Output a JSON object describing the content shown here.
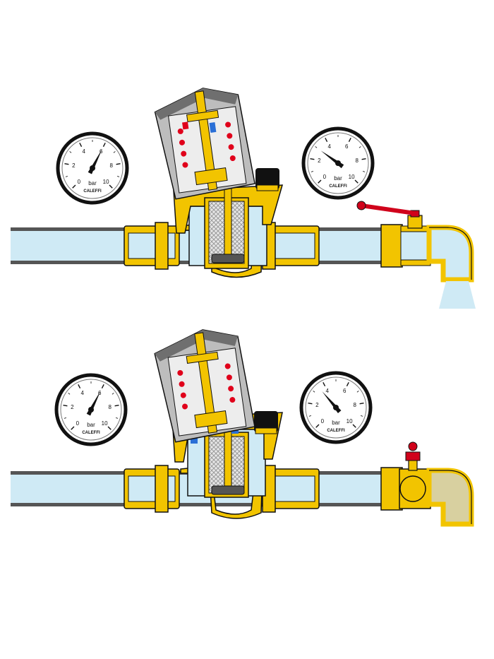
{
  "colors": {
    "brass": "#F2C400",
    "brass_dark": "#B58900",
    "water": "#CFEAF5",
    "pipe_wall": "#555555",
    "cap_grey": "#BDBDBD",
    "spring_red": "#E0001B",
    "spring_grey": "#9E9E9E",
    "handle_red": "#D0021B",
    "blue_part": "#2A6FD6",
    "black": "#111111",
    "dead_water": "#D8D0A0"
  },
  "gauge": {
    "unit": "bar",
    "brand": "CALEFFI",
    "ticks": [
      "0",
      "2",
      "4",
      "6",
      "8",
      "10"
    ]
  },
  "scenes": [
    {
      "id": "flowing",
      "inlet_pressure": 6,
      "outlet_pressure": 3,
      "valve_open": true
    },
    {
      "id": "closed",
      "inlet_pressure": 6,
      "outlet_pressure": 3.5,
      "valve_open": false
    }
  ]
}
